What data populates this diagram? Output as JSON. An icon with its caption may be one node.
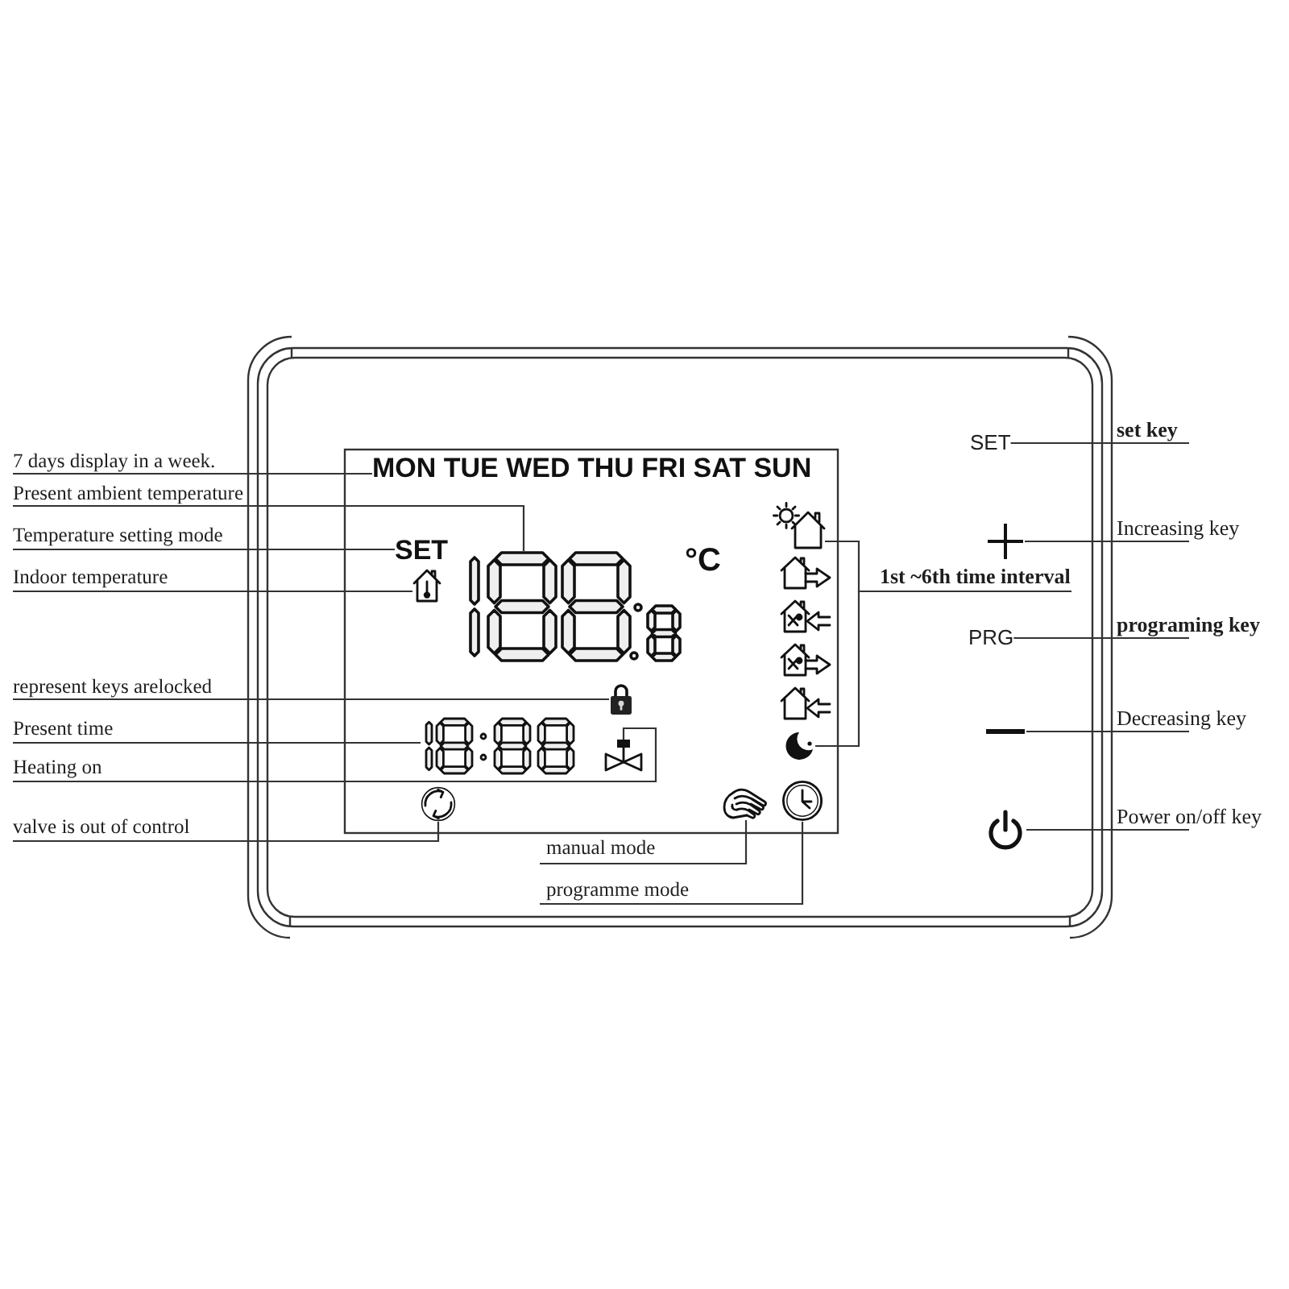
{
  "diagram": {
    "nodes": [
      {
        "text": [
          "7 days display in a week."
        ]
      },
      {
        "text": [
          "Present ambient temperature"
        ]
      },
      {
        "text": [
          "Temperature setting mode"
        ]
      },
      {
        "text": [
          "Indoor temperature"
        ]
      },
      {
        "text": [
          "represent keys arelocked"
        ]
      },
      {
        "text": [
          "Present time"
        ]
      },
      {
        "text": [
          "Heating on"
        ]
      },
      {
        "text": [
          "valve is out of control"
        ]
      },
      {
        "text": [
          "MON TUE WED THU FRI SAT SUN"
        ]
      },
      {
        "text": [
          "SET"
        ]
      },
      {
        "text": [],
        "shape": "picture"
      },
      {
        "text": [],
        "shape": "picture"
      },
      {
        "text": [],
        "shape": "picture"
      },
      {
        "text": [],
        "shape": "picture"
      },
      {
        "text": [],
        "shape": "picture"
      },
      {
        "text": [],
        "shape": "picture"
      },
      {
        "text": [],
        "shape": "picture"
      },
      {
        "text": [],
        "shape": "picture"
      },
      {
        "text": [],
        "shape": "picture"
      },
      {
        "text": [],
        "shape": "picture"
      },
      {
        "text": [],
        "shape": "picture"
      },
      {
        "text": [],
        "shape": "picture"
      },
      {
        "text": [],
        "shape": "picture"
      },
      {
        "text": [],
        "shape": "picture"
      },
      {
        "text": [
          "manual mode"
        ]
      },
      {
        "text": [
          "programme mode"
        ]
      },
      {
        "text": [
          "1st ~6th time interval"
        ]
      },
      {
        "text": [
          "SET"
        ]
      },
      {
        "text": [
          "set key"
        ]
      },
      {
        "text": [],
        "shape": "picture"
      },
      {
        "text": [
          "Increasing key"
        ]
      },
      {
        "text": [
          "PRG"
        ]
      },
      {
        "text": [
          "programing key"
        ]
      },
      {
        "text": [],
        "shape": "picture"
      },
      {
        "text": [
          "Decreasing key"
        ]
      },
      {
        "text": [],
        "shape": "picture"
      },
      {
        "text": [
          "Power on/off key"
        ]
      }
    ],
    "edges": [
      {
        "from": 0,
        "to": 8,
        "arrow": "none"
      },
      {
        "from": 1,
        "to": 11,
        "arrow": "none"
      },
      {
        "from": 2,
        "to": 9,
        "arrow": "none"
      },
      {
        "from": 3,
        "to": 10,
        "arrow": "none"
      },
      {
        "from": 4,
        "to": 12,
        "arrow": "none"
      },
      {
        "from": 5,
        "to": 13,
        "arrow": "none"
      },
      {
        "from": 6,
        "to": 14,
        "arrow": "none"
      },
      {
        "from": 7,
        "to": 15,
        "arrow": "none"
      },
      {
        "from": 24,
        "to": 22,
        "arrow": "none"
      },
      {
        "from": 25,
        "to": 23,
        "arrow": "none"
      },
      {
        "from": 26,
        "to": 16,
        "arrow": "none"
      },
      {
        "from": 26,
        "to": 21,
        "arrow": "none"
      },
      {
        "from": 28,
        "to": 27,
        "arrow": "none"
      },
      {
        "from": 30,
        "to": 29,
        "arrow": "none"
      },
      {
        "from": 32,
        "to": 31,
        "arrow": "none"
      },
      {
        "from": 34,
        "to": 33,
        "arrow": "none"
      },
      {
        "from": 36,
        "to": 35,
        "arrow": "none"
      }
    ],
    "labels": [
      "°C"
    ]
  }
}
